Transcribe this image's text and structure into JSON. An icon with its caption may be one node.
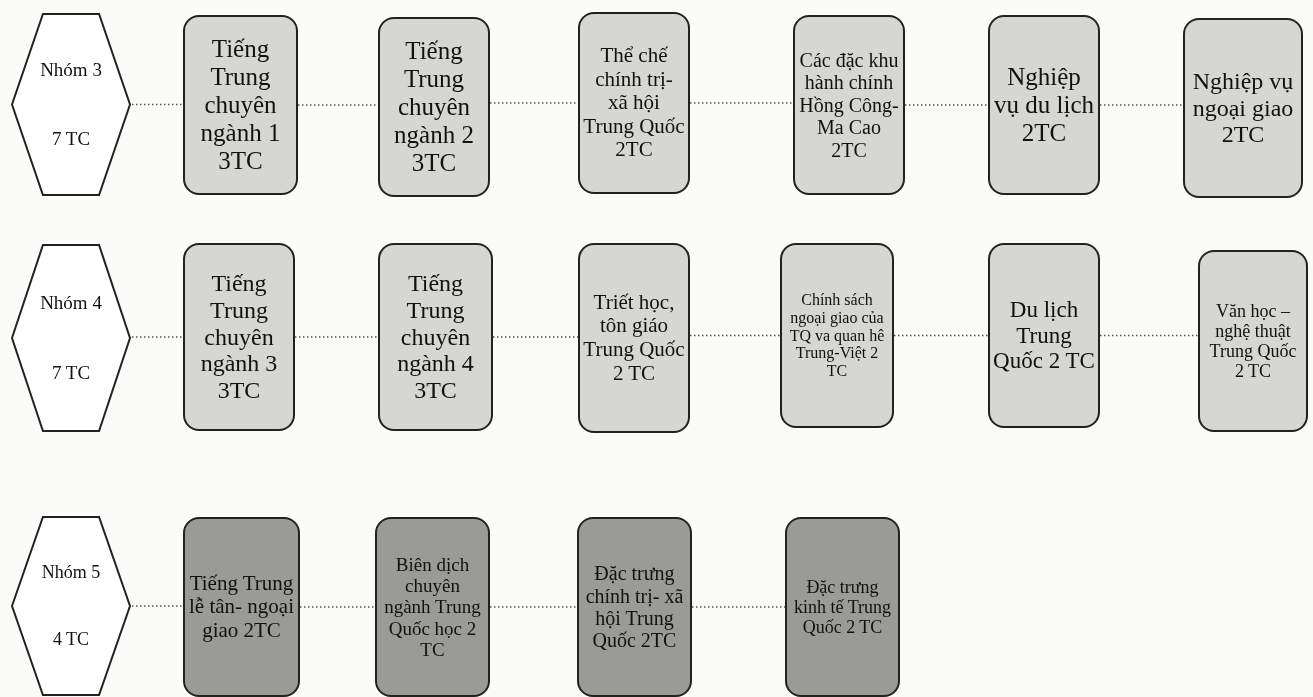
{
  "diagram": {
    "nodes": [
      {
        "text": [
          "Nhóm 3",
          "7 TC"
        ]
      },
      {
        "text": [
          "Tiếng Trung chuyên ngành 1 3TC"
        ]
      },
      {
        "text": [
          "Tiếng Trung chuyên ngành 2 3TC"
        ]
      },
      {
        "text": [
          "Thể chế chính trị- xã hội Trung Quốc 2TC"
        ]
      },
      {
        "text": [
          "Các đặc khu hành chính Hồng Công- Ma Cao 2TC"
        ]
      },
      {
        "text": [
          "Nghiệp vụ du lịch 2TC"
        ]
      },
      {
        "text": [
          "Nghiệp vụ ngoại giao 2TC"
        ]
      },
      {
        "text": [
          "Nhóm 4",
          "7 TC"
        ]
      },
      {
        "text": [
          "Tiếng Trung chuyên ngành 3 3TC"
        ]
      },
      {
        "text": [
          "Tiếng Trung chuyên ngành 4 3TC"
        ]
      },
      {
        "text": [
          "Triết học, tôn giáo Trung Quốc 2 TC"
        ]
      },
      {
        "text": [
          "Chính sách ngoại giao của TQ va quan hê Trung-Việt 2 TC"
        ]
      },
      {
        "text": [
          "Du lịch Trung Quốc 2 TC"
        ]
      },
      {
        "text": [
          "Văn học – nghệ thuật Trung Quốc 2 TC"
        ]
      },
      {
        "text": [
          "Nhóm 5",
          "4 TC"
        ]
      },
      {
        "text": [
          "Tiếng Trung lễ tân- ngoại giao 2TC"
        ]
      },
      {
        "text": [
          "Biên dịch chuyên ngành Trung Quốc học 2 TC"
        ]
      },
      {
        "text": [
          "Đặc trưng chính trị- xã hội Trung Quốc 2TC"
        ]
      },
      {
        "text": [
          "Đặc trưng kinh tế Trung Quốc 2 TC"
        ]
      }
    ],
    "edges": [
      {
        "from": 0,
        "to": 1,
        "arrow": "none"
      },
      {
        "from": 1,
        "to": 2,
        "arrow": "none"
      },
      {
        "from": 2,
        "to": 3,
        "arrow": "none"
      },
      {
        "from": 3,
        "to": 4,
        "arrow": "none"
      },
      {
        "from": 4,
        "to": 5,
        "arrow": "none"
      },
      {
        "from": 5,
        "to": 6,
        "arrow": "none"
      },
      {
        "from": 7,
        "to": 8,
        "arrow": "none"
      },
      {
        "from": 8,
        "to": 9,
        "arrow": "none"
      },
      {
        "from": 9,
        "to": 10,
        "arrow": "none"
      },
      {
        "from": 10,
        "to": 11,
        "arrow": "none"
      },
      {
        "from": 11,
        "to": 12,
        "arrow": "none"
      },
      {
        "from": 12,
        "to": 13,
        "arrow": "none"
      },
      {
        "from": 14,
        "to": 15,
        "arrow": "none"
      },
      {
        "from": 15,
        "to": 16,
        "arrow": "none"
      },
      {
        "from": 16,
        "to": 17,
        "arrow": "none"
      },
      {
        "from": 17,
        "to": 18,
        "arrow": "none"
      }
    ]
  }
}
